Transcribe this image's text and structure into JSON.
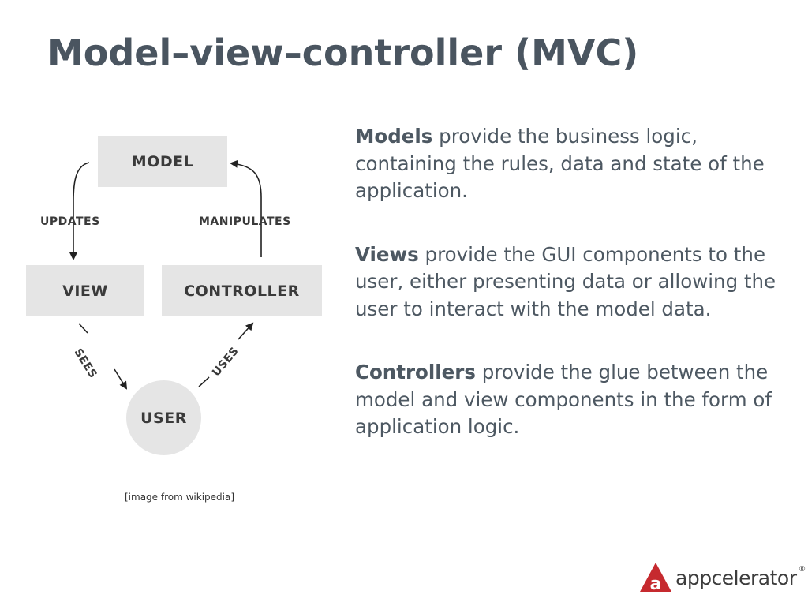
{
  "slide": {
    "title": "Model–view–controller (MVC)"
  },
  "diagram": {
    "model_label": "MODEL",
    "view_label": "VIEW",
    "controller_label": "CONTROLLER",
    "user_label": "USER",
    "updates_label": "UPDATES",
    "manipulates_label": "MANIPULATES",
    "sees_label": "SEES",
    "uses_label": "USES",
    "caption": "[image from wikipedia]"
  },
  "content": {
    "models_term": "Models",
    "models_text": " provide the business logic, containing the rules, data and state of the application.",
    "views_term": "Views",
    "views_text": " provide the GUI components to the user, either presenting data or allowing the user to interact with the model data.",
    "controllers_term": "Controllers",
    "controllers_text": " provide the glue between the model and view components in the form of application logic."
  },
  "branding": {
    "logo_text": "appcelerator",
    "logo_mark": "a",
    "registered": "®",
    "brand_color": "#c62a2f"
  }
}
